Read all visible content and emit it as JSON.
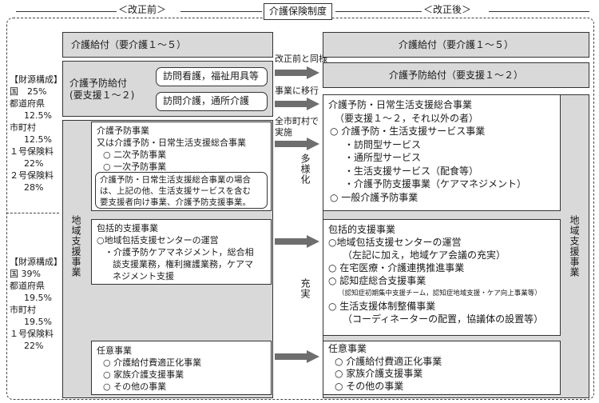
{
  "header": {
    "before": "＜改正前＞",
    "title": "介護保険制度",
    "after": "＜改正後＞"
  },
  "funding": {
    "upper": [
      "【財源構成】",
      "国　25%",
      "都道府県",
      "12.5%",
      "市町村",
      "12.5%",
      "１号保険料",
      "22%",
      "２号保険料",
      "28%"
    ],
    "lower": [
      "【財源構成】",
      "国 39%",
      "都道府県",
      "19.5%",
      "市町村",
      "19.5%",
      "１号保険料",
      "22%"
    ]
  },
  "before": {
    "care_benefit": "介護給付（要介護１～５）",
    "prevention_benefit": [
      "介護予防給付",
      "(要支援１～２)"
    ],
    "visiting_nursing": "訪問看護，福祉用具等",
    "visiting_care": "訪問介護，通所介護",
    "community_support_label": "地域支援事業",
    "prevention_project": {
      "lines": [
        "介護予防事業",
        "又は介護予防・日常生活支援総合事業",
        "○ 二次予防事業",
        "○ 一次予防事業"
      ],
      "note": [
        "介護予防・日常生活支援総合事業の場合",
        "は、上記の他、生活支援サービスを含む",
        "要支援者向け事業、介護予防支援事業。"
      ]
    },
    "comprehensive": [
      "包括的支援事業",
      "○地域包括支援センターの運営",
      "・介護予防ケアマネジメント，総合相",
      "談支援業務，権利擁護業務，ケアマ",
      "ネジメント支援"
    ],
    "optional": [
      "任意事業",
      "○ 介護給付費適正化事業",
      "○ 家族介護支援事業",
      "○ その他の事業"
    ]
  },
  "arrows": {
    "same": "改正前と同様",
    "transfer": "事業に移行",
    "municipal": [
      "全市町村で",
      "実施"
    ],
    "diversify": "多様化",
    "enhance": "充実"
  },
  "after": {
    "care_benefit": "介護給付（要介護１～５）",
    "prevention_benefit": "介護予防給付（要支援１～２）",
    "comprehensive_project": [
      "介護予防・日常生活支援総合事業",
      "（要支援１～２，それ以外の者）",
      "○ 介護予防・生活支援サービス事業",
      "・訪問型サービス",
      "・通所型サービス",
      "・生活支援サービス（配食等）",
      "・介護予防支援事業（ケアマネジメント）",
      "○ 一般介護予防事業"
    ],
    "comprehensive_support": {
      "lines_a": [
        "包括的支援事業",
        "○地域包括支援センターの運営",
        "（左記に加え，地域ケア会議の充実）",
        "○ 在宅医療・介護連携推進事業",
        "○ 認知症総合支援事業"
      ],
      "detail": "（認知症初期集中支援チーム，認知症地域支援・ケア向上事業等）",
      "lines_b": [
        "○ 生活支援体制整備事業",
        "（コーディネーターの配置，協議体の設置等）"
      ]
    },
    "optional": [
      "任意事業",
      "○ 介護給付費適正化事業",
      "○ 家族介護支援事業",
      "○ その他の事業"
    ],
    "community_support_label": "地域支援事業"
  }
}
